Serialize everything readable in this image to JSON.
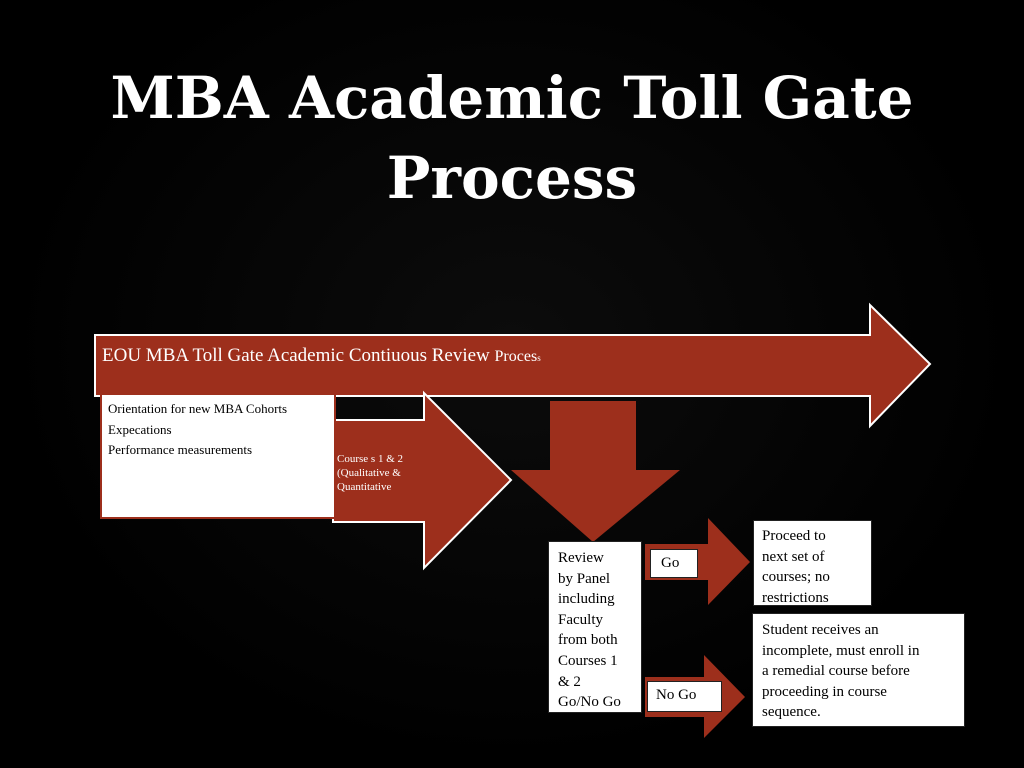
{
  "slide": {
    "title_line1": "MBA Academic Toll Gate",
    "title_line2": "Process"
  },
  "colors": {
    "background": "#000000",
    "arrow_fill": "#9d2f1c",
    "arrow_stroke": "#ffffff",
    "text_light": "#ffffff",
    "box_fill": "#ffffff"
  },
  "process_arrow": {
    "label_main": "EOU MBA Toll Gate  Academic Contiuous Review ",
    "label_tail": "Proces",
    "label_tail_small": "s"
  },
  "orientation": {
    "lines": [
      "Orientation  for new MBA Cohorts",
      "Expecations",
      "Performance measurements"
    ]
  },
  "courses": {
    "lines": [
      "Course s 1 & 2",
      "(Qualitative  &",
      "Quantitative"
    ]
  },
  "review": {
    "lines": [
      "Review",
      "by Panel",
      "including",
      "Faculty",
      "from both",
      "Courses 1",
      "& 2",
      "Go/No Go"
    ]
  },
  "go": {
    "label": "Go"
  },
  "no_go": {
    "label": "No Go"
  },
  "proceed": {
    "lines": [
      "Proceed to",
      "next set of",
      "courses; no",
      "restrictions"
    ]
  },
  "student": {
    "lines": [
      "Student receives an",
      "incomplete, must enroll in",
      "a remedial course before",
      "proceeding in course",
      "sequence."
    ]
  }
}
